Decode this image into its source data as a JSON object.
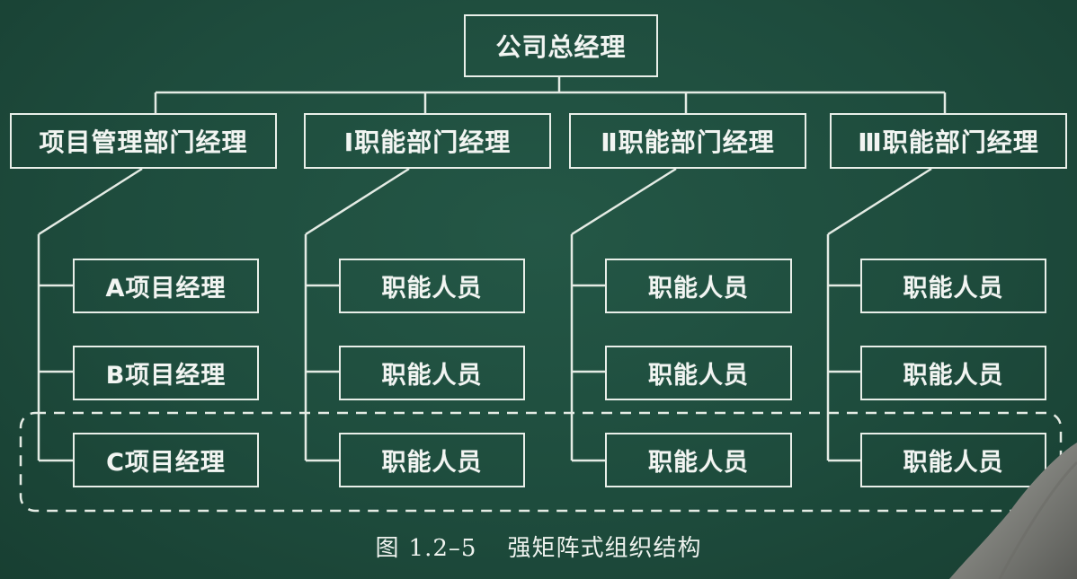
{
  "diagram": {
    "root": {
      "label": "公司总经理"
    },
    "departments": [
      {
        "label": "项目管理部门经理",
        "children": [
          "A项目经理",
          "B项目经理",
          "C项目经理"
        ]
      },
      {
        "label": "Ⅰ职能部门经理",
        "children": [
          "职能人员",
          "职能人员",
          "职能人员"
        ]
      },
      {
        "label": "Ⅱ职能部门经理",
        "children": [
          "职能人员",
          "职能人员",
          "职能人员"
        ]
      },
      {
        "label": "Ⅲ职能部门经理",
        "children": [
          "职能人员",
          "职能人员",
          "职能人员"
        ]
      }
    ]
  },
  "caption": {
    "prefix": "图",
    "number": "1.2–5",
    "title": "强矩阵式组织结构"
  },
  "colors": {
    "board": "#1f4e3f",
    "line": "#e9efe9"
  }
}
